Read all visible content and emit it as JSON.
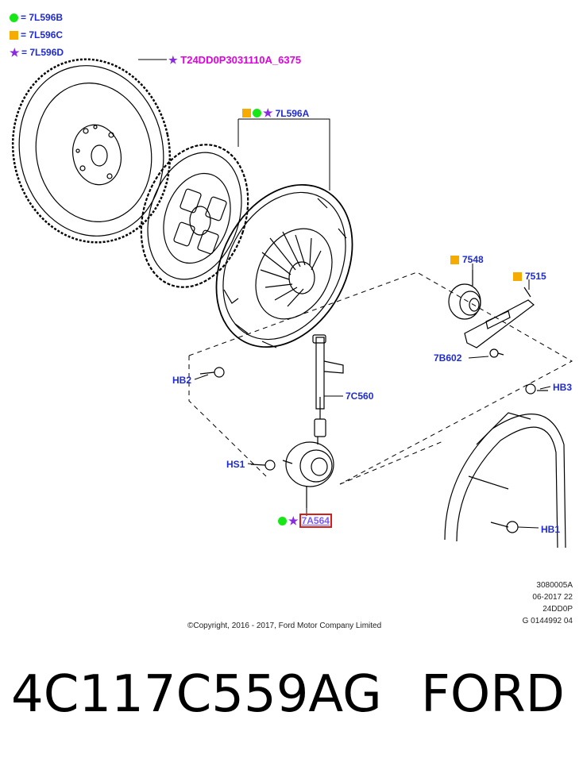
{
  "legend": [
    {
      "symbol": "green-circle",
      "code": "= 7L596B"
    },
    {
      "symbol": "orange-square",
      "code": "= 7L596C"
    },
    {
      "symbol": "purple-star",
      "code": "= 7L596D"
    }
  ],
  "callouts": {
    "flywheel": "T24DD0P3031110A_6375",
    "clutch_kit": "7L596A",
    "release_bearing": "7548",
    "release_fork": "7515",
    "fork_bolt": "7B602",
    "bolt_hb2": "HB2",
    "bolt_hb3": "HB3",
    "bolt_hs1": "HS1",
    "bolt_hb1": "HB1",
    "hydraulic_pipe": "7C560",
    "slave_cylinder": "7A564"
  },
  "reference": {
    "line1": "3080005A",
    "line2": "06-2017 22",
    "line3": "24DD0P",
    "line4": "G 0144992 04"
  },
  "copyright": "©Copyright, 2016 - 2017, Ford Motor Company Limited",
  "part_number": "4C117C559AG",
  "brand": "FORD",
  "colors": {
    "code_text": "#1f2bd1",
    "special_code": "#e000e0",
    "green_marker": "#17e617",
    "orange_marker": "#f5ab00",
    "purple_marker": "#8a2be2",
    "highlight_box": "#d81b1b"
  }
}
